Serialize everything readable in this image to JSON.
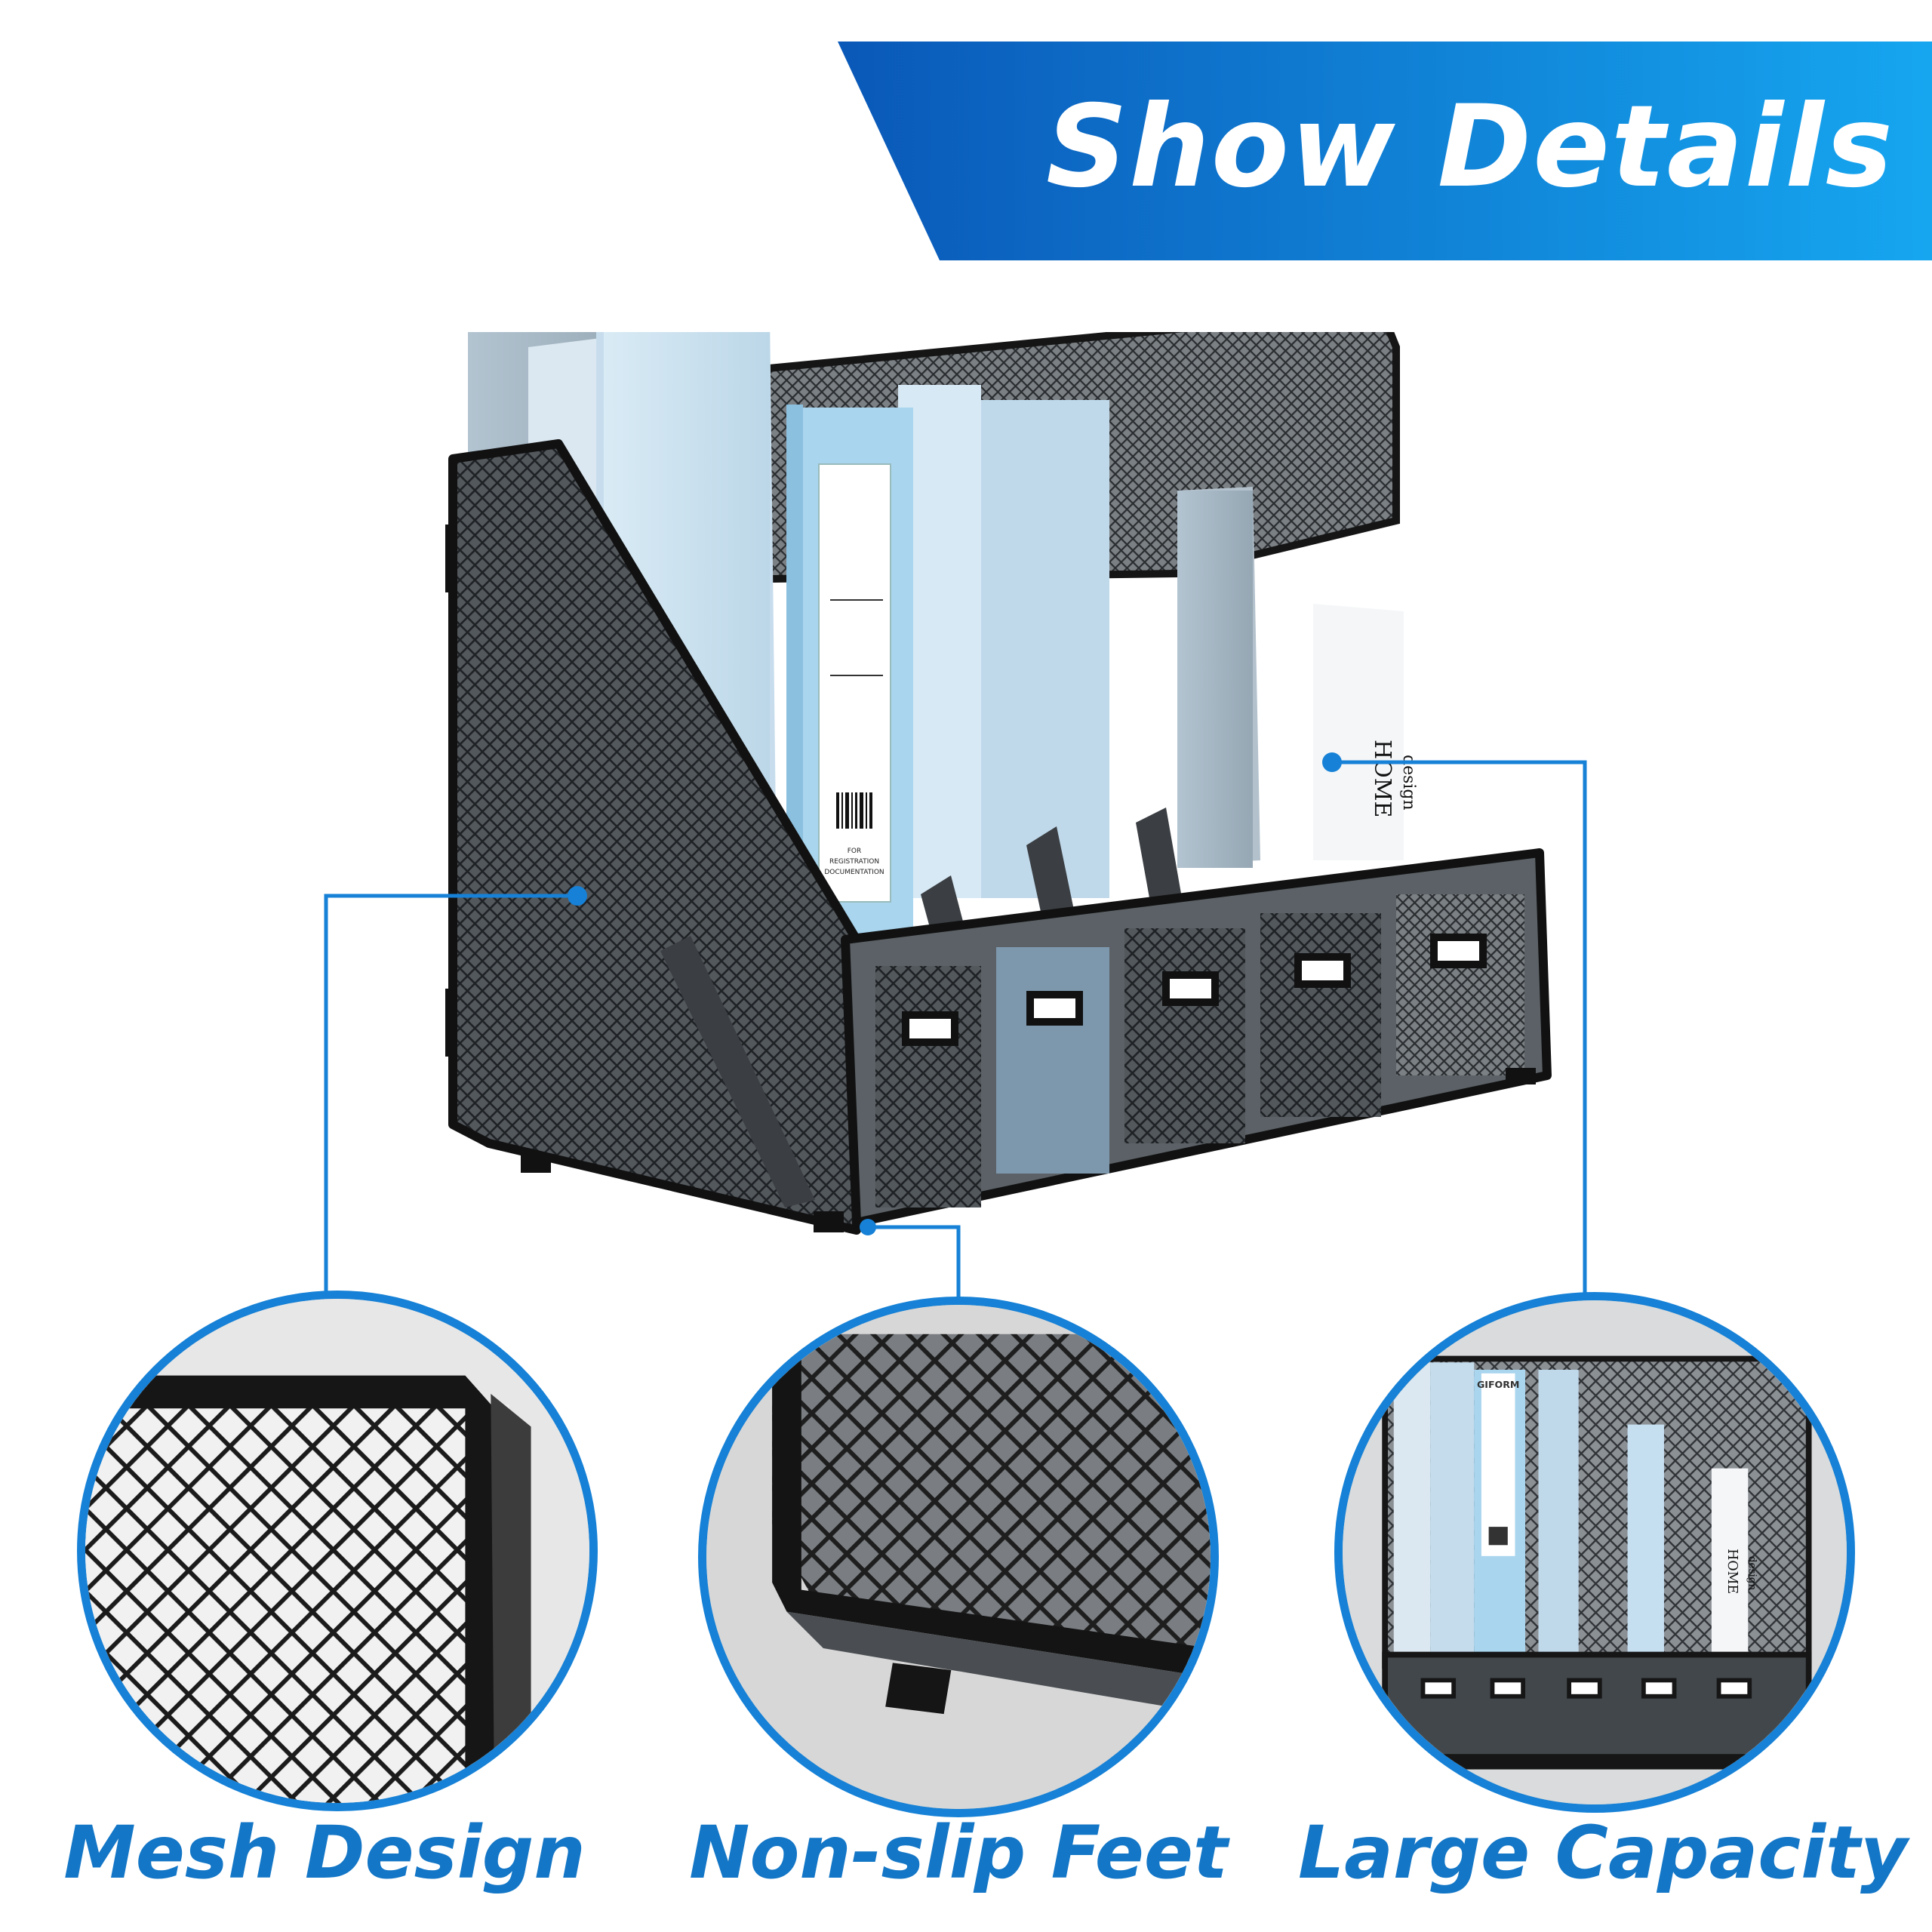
{
  "banner": {
    "title": "Show Details",
    "gradient_start": "#0a58b8",
    "gradient_end": "#16a6f0"
  },
  "product": {
    "binder_label": {
      "line1": "FOR",
      "line2": "REGISTRATION",
      "line3": "DOCUMENTATION"
    },
    "book_spine": {
      "word1": "HOME",
      "word2": "design"
    }
  },
  "features": [
    {
      "caption": "Mesh Design",
      "icon": "mesh-closeup"
    },
    {
      "caption": "Non-slip Feet",
      "icon": "foot-closeup"
    },
    {
      "caption": "Large Capacity",
      "icon": "organizer-front-view"
    }
  ],
  "detail_inset": {
    "binder_brand": "GIFORM",
    "book_word1": "HOME",
    "book_word2": "design"
  },
  "colors": {
    "accent": "#1681d6",
    "caption": "#1376c6",
    "frame": "#141414",
    "mesh": "#4a4e52",
    "folder_light": "#c3dcea",
    "folder_grey": "#a9b3bb"
  }
}
